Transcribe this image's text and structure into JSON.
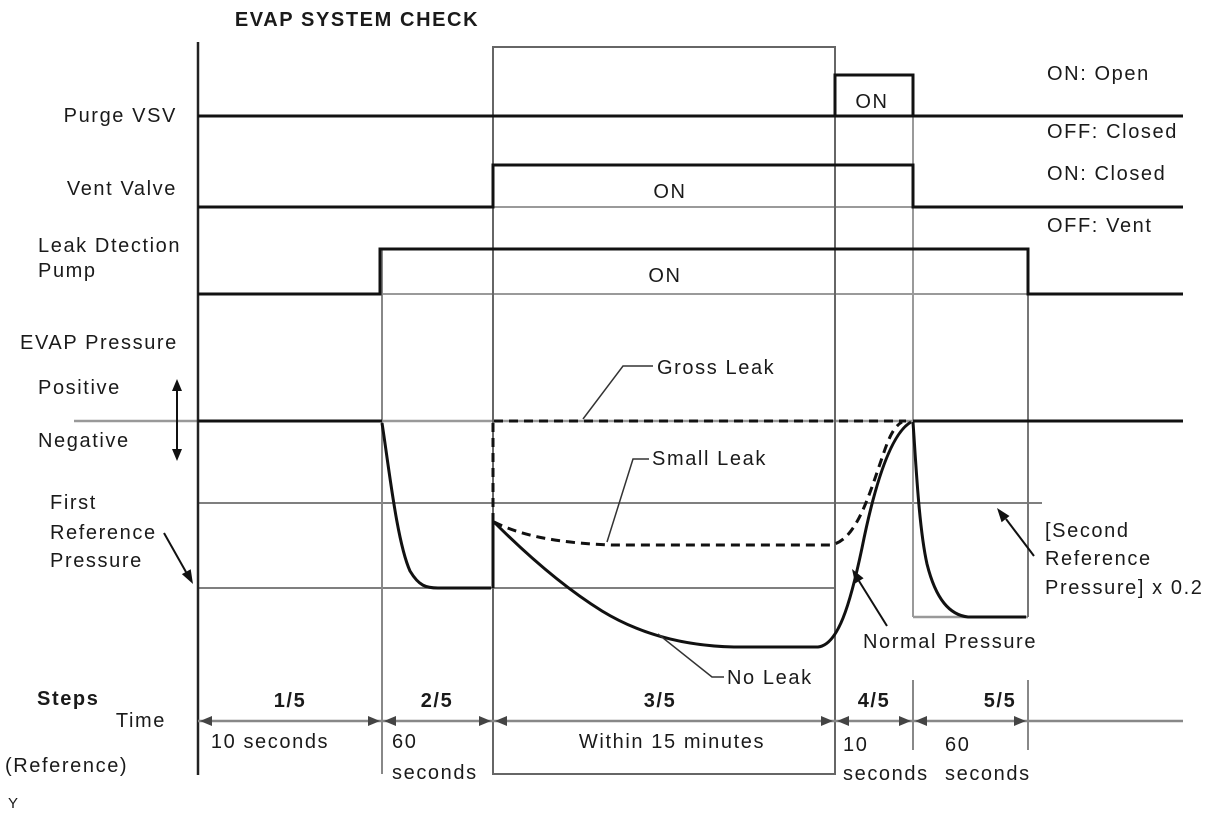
{
  "title": "EVAP SYSTEM CHECK",
  "colors": {
    "signal_line": "#111111",
    "reference_line": "#999999",
    "boundary_line": "#777777",
    "text": "#1a1a1a",
    "background": "#ffffff"
  },
  "signals": {
    "purge": {
      "label": "Purge VSV",
      "on": "ON"
    },
    "vent": {
      "label": "Vent Valve",
      "on": "ON"
    },
    "pump": {
      "label1": "Leak Dtection",
      "label2": "Pump",
      "on": "ON"
    }
  },
  "legend": {
    "purge_on": "ON: Open",
    "purge_off": "OFF: Closed",
    "vent_on": "ON: Closed",
    "vent_off": "OFF: Vent"
  },
  "pressure": {
    "heading": "EVAP Pressure",
    "positive": "Positive",
    "negative": "Negative",
    "first_ref": {
      "l1": "First",
      "l2": "Reference",
      "l3": "Pressure"
    },
    "second_ref": {
      "l1": "[Second",
      "l2": "Reference",
      "l3": "Pressure] x 0.2"
    },
    "gross_leak": "Gross Leak",
    "small_leak": "Small Leak",
    "no_leak": "No Leak",
    "normal": "Normal Pressure"
  },
  "steps": {
    "heading": "Steps",
    "time": "Time",
    "reference": "(Reference)",
    "s1": {
      "num": "1/5",
      "dur": "10 seconds"
    },
    "s2": {
      "num": "2/5",
      "dur1": "60",
      "dur2": "seconds"
    },
    "s3": {
      "num": "3/5",
      "dur": "Within 15 minutes"
    },
    "s4": {
      "num": "4/5",
      "dur1": "10",
      "dur2": "seconds"
    },
    "s5": {
      "num": "5/5",
      "dur1": "60",
      "dur2": "seconds"
    }
  },
  "footer": "Y"
}
